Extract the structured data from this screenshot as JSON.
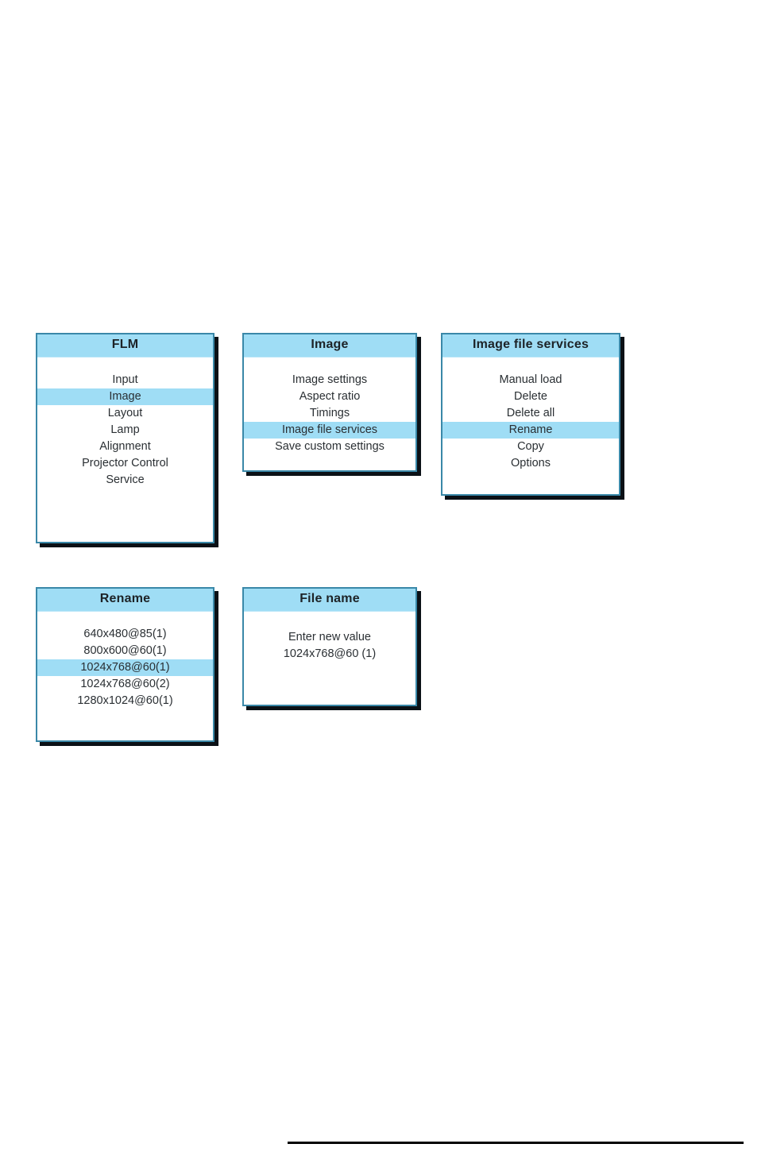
{
  "colors": {
    "panel_title_bg": "#9fddf5",
    "panel_highlight_bg": "#9fddf5",
    "panel_border": "#3a88a8",
    "panel_shadow": "#0b1116",
    "panel_bg": "#ffffff",
    "text": "#2a2f33",
    "footer_rule": "#000000"
  },
  "panels": [
    {
      "id": "flm",
      "title": "FLM",
      "items": [
        {
          "label": "Input",
          "selected": false
        },
        {
          "label": "Image",
          "selected": true
        },
        {
          "label": "Layout",
          "selected": false
        },
        {
          "label": "Lamp",
          "selected": false
        },
        {
          "label": "Alignment",
          "selected": false
        },
        {
          "label": "Projector Control",
          "selected": false
        },
        {
          "label": "Service",
          "selected": false
        }
      ]
    },
    {
      "id": "image",
      "title": "Image",
      "items": [
        {
          "label": "Image settings",
          "selected": false
        },
        {
          "label": "Aspect ratio",
          "selected": false
        },
        {
          "label": "Timings",
          "selected": false
        },
        {
          "label": "Image file services",
          "selected": true
        },
        {
          "label": "Save custom settings",
          "selected": false
        }
      ]
    },
    {
      "id": "image-file-services",
      "title": "Image file services",
      "items": [
        {
          "label": "Manual load",
          "selected": false
        },
        {
          "label": "Delete",
          "selected": false
        },
        {
          "label": "Delete all",
          "selected": false
        },
        {
          "label": "Rename",
          "selected": true
        },
        {
          "label": "Copy",
          "selected": false
        },
        {
          "label": "Options",
          "selected": false
        }
      ]
    },
    {
      "id": "rename",
      "title": "Rename",
      "items": [
        {
          "label": "640x480@85(1)",
          "selected": false
        },
        {
          "label": "800x600@60(1)",
          "selected": false
        },
        {
          "label": "1024x768@60(1)",
          "selected": true
        },
        {
          "label": "1024x768@60(2)",
          "selected": false
        },
        {
          "label": "1280x1024@60(1)",
          "selected": false
        }
      ]
    },
    {
      "id": "file-name",
      "title": "File name",
      "notes": [
        "Enter new value",
        "1024x768@60 (1)"
      ]
    }
  ]
}
